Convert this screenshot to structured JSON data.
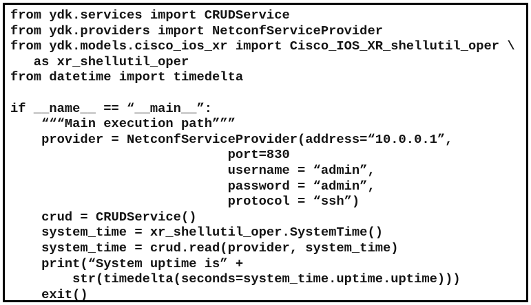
{
  "window": {
    "kind": "code-listing",
    "language": "python",
    "description": "Python YDK NETCONF system uptime script shown in a black-bordered box"
  },
  "colors": {
    "background": "#ffffff",
    "border": "#000000",
    "text": "#141414"
  },
  "code": {
    "lines": [
      "from ydk.services import CRUDService",
      "from ydk.providers import NetconfServiceProvider",
      "from ydk.models.cisco_ios_xr import Cisco_IOS_XR_shellutil_oper \\",
      "   as xr_shellutil_oper",
      "from datetime import timedelta",
      "",
      "if __name__ == “__main__”:",
      "    “““Main execution path”””",
      "    provider = NetconfServiceProvider(address=“10.0.0.1”,",
      "                            port=830",
      "                            username = “admin”,",
      "                            password = “admin”,",
      "                            protocol = “ssh”)",
      "    crud = CRUDService()",
      "    system_time = xr_shellutil_oper.SystemTime()",
      "    system_time = crud.read(provider, system_time)",
      "    print(“System uptime is” +",
      "        str(timedelta(seconds=system_time.uptime.uptime)))",
      "    exit()"
    ]
  }
}
